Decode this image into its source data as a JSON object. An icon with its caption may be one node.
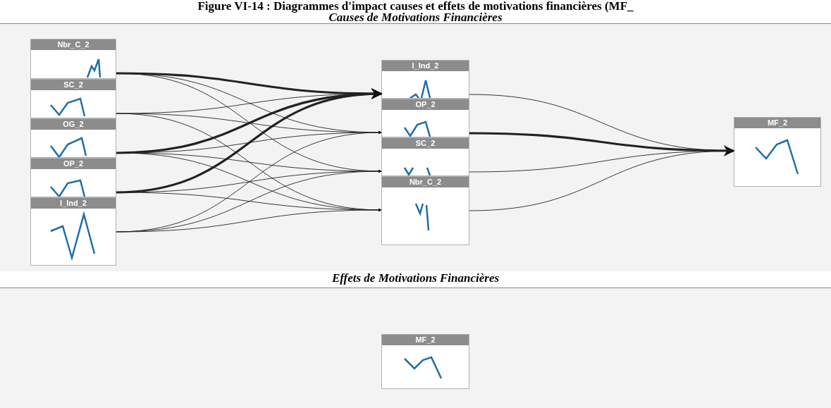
{
  "diagram": {
    "title": "Figure VI-14 : Diagrammes d'impact causes et effets de motivations financières (MF_",
    "nodes": [
      {
        "text": [
          "Causes de Motivations Financières"
        ]
      },
      {
        "text": [
          "Nbr_C_2"
        ],
        "in": 0
      },
      {
        "text": [
          "SC_2"
        ],
        "in": 0
      },
      {
        "text": [
          "OG_2"
        ],
        "in": 0
      },
      {
        "text": [
          "OP_2"
        ],
        "in": 0
      },
      {
        "text": [
          "I_Ind_2"
        ],
        "in": 0
      },
      {
        "text": [
          "I_Ind_2"
        ],
        "in": 0
      },
      {
        "text": [
          "OP_2"
        ],
        "in": 0
      },
      {
        "text": [
          "SC_2"
        ],
        "in": 0
      },
      {
        "text": [
          "Nbr_C_2"
        ],
        "in": 0
      },
      {
        "text": [
          "MF_2"
        ],
        "in": 0
      },
      {
        "text": [
          "Effets de Motivations Financières"
        ]
      },
      {
        "text": [
          "MF_2"
        ],
        "in": 11
      }
    ],
    "edges": [
      {
        "from": 1,
        "to": 6,
        "arrow": "to",
        "style": "thick"
      },
      {
        "from": 1,
        "to": 7,
        "arrow": "to"
      },
      {
        "from": 1,
        "to": 8,
        "arrow": "to"
      },
      {
        "from": 2,
        "to": 6,
        "arrow": "to"
      },
      {
        "from": 2,
        "to": 7,
        "arrow": "to"
      },
      {
        "from": 2,
        "to": 9,
        "arrow": "to"
      },
      {
        "from": 3,
        "to": 6,
        "arrow": "to",
        "style": "thick"
      },
      {
        "from": 3,
        "to": 7,
        "arrow": "to"
      },
      {
        "from": 3,
        "to": 8,
        "arrow": "to"
      },
      {
        "from": 3,
        "to": 9,
        "arrow": "to"
      },
      {
        "from": 4,
        "to": 6,
        "arrow": "to",
        "style": "thick"
      },
      {
        "from": 4,
        "to": 8,
        "arrow": "to"
      },
      {
        "from": 4,
        "to": 9,
        "arrow": "to"
      },
      {
        "from": 5,
        "to": 7,
        "arrow": "to"
      },
      {
        "from": 5,
        "to": 8,
        "arrow": "to"
      },
      {
        "from": 5,
        "to": 9,
        "arrow": "to"
      },
      {
        "from": 6,
        "to": 10,
        "arrow": "to"
      },
      {
        "from": 7,
        "to": 10,
        "arrow": "to",
        "style": "thick"
      },
      {
        "from": 8,
        "to": 10,
        "arrow": "to"
      },
      {
        "from": 9,
        "to": 10,
        "arrow": "to"
      }
    ]
  }
}
